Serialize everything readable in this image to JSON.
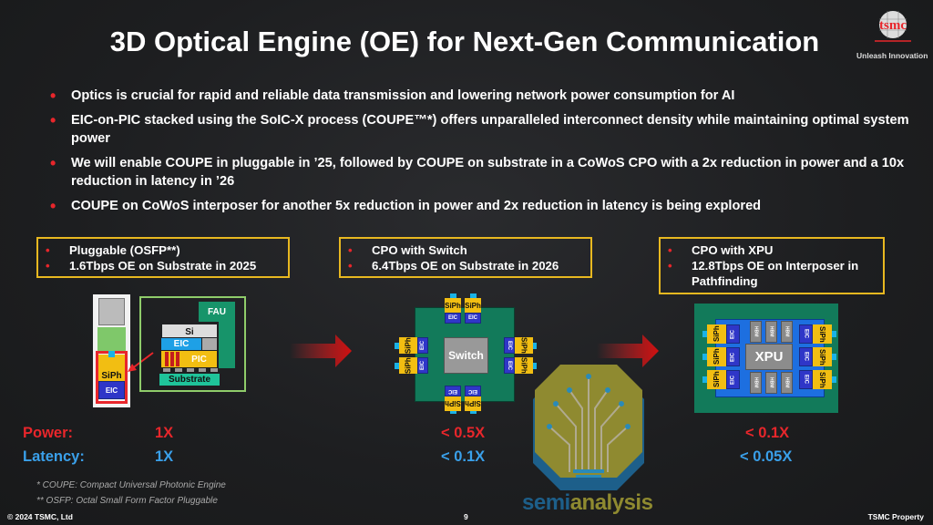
{
  "title": "3D Optical Engine (OE) for Next-Gen Communication",
  "logo": {
    "text": "tsmc",
    "tagline": "Unleash Innovation",
    "color": "#e8262b"
  },
  "bullets": [
    "Optics is crucial for rapid and reliable data transmission and lowering network power consumption for AI",
    "EIC-on-PIC stacked using the SoIC-X process (COUPE™*) offers unparalleled interconnect density while maintaining optimal system power",
    "We will enable COUPE in pluggable in ’25, followed by COUPE on substrate in a CoWoS CPO with a 2x reduction in power and a 10x reduction in latency in ’26",
    "COUPE on CoWoS interposer for another 5x reduction in power and 2x reduction in latency is being explored"
  ],
  "stages": [
    {
      "items": [
        "Pluggable (OSFP**)",
        "1.6Tbps OE on Substrate in 2025"
      ],
      "power": "1X",
      "latency": "1X"
    },
    {
      "items": [
        "CPO with Switch",
        "6.4Tbps OE on Substrate in 2026"
      ],
      "power": "< 0.5X",
      "latency": "< 0.1X"
    },
    {
      "items": [
        "CPO with XPU",
        "12.8Tbps OE on Interposer in Pathfinding"
      ],
      "power": "< 0.1X",
      "latency": "< 0.05X"
    }
  ],
  "labels": {
    "siph": "SiPh",
    "eic": "EIC",
    "fau": "FAU",
    "si": "Si",
    "pic": "PIC",
    "substrate": "Substrate",
    "switch": "Switch",
    "xpu": "XPU",
    "hbm": "HBM"
  },
  "metrics": {
    "power": "Power:",
    "latency": "Latency:"
  },
  "footnotes": [
    "*  COUPE: Compact Universal Photonic Engine",
    "** OSFP: Octal Small Form Factor Pluggable"
  ],
  "watermark": {
    "text_a": "semi",
    "text_b": "analysis"
  },
  "footer": {
    "copyright": "© 2024 TSMC, Ltd",
    "page": "9",
    "property": "TSMC Property"
  },
  "colors": {
    "accent_red": "#e8262b",
    "latency_blue": "#3aa0ea",
    "box_border": "#e8b820",
    "siph": "#f2be12",
    "eic": "#2f36c8"
  }
}
